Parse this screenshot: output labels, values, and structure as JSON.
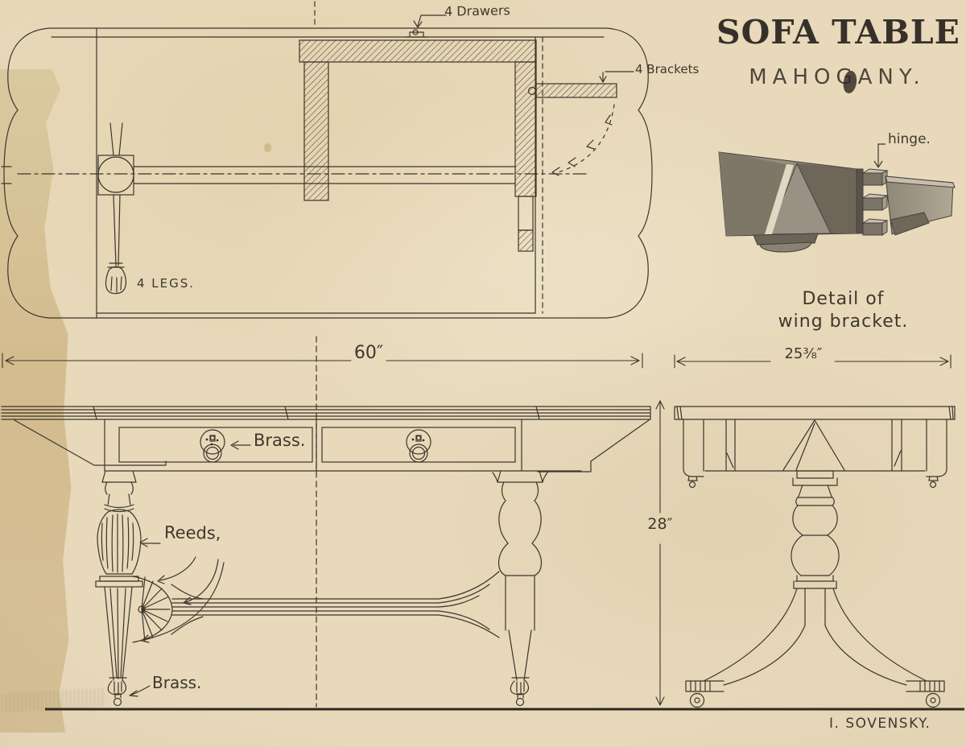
{
  "artwork": {
    "title": "SOFA TABLE",
    "material": "MAHOGANY.",
    "signature": "I. SOVENSKY."
  },
  "plan_view": {
    "drawers_label": "4 Drawers",
    "brackets_label": "4 Brackets",
    "legs_label": "4 LEGS."
  },
  "bracket_detail": {
    "hinge_label": "hinge.",
    "caption_line1": "Detail of",
    "caption_line2": "wing bracket."
  },
  "front_elevation": {
    "brass_pull_label": "Brass.",
    "reeds_label": "Reeds,",
    "brass_caster_label": "Brass."
  },
  "dimensions": {
    "length": "60″",
    "depth": "25⅜″",
    "height": "28″"
  },
  "colors": {
    "paper": "#e7d9ba",
    "paper_dark_strip": "#d2bb8f",
    "ink": "#3c352b",
    "pencil_gray": "#867f70"
  }
}
